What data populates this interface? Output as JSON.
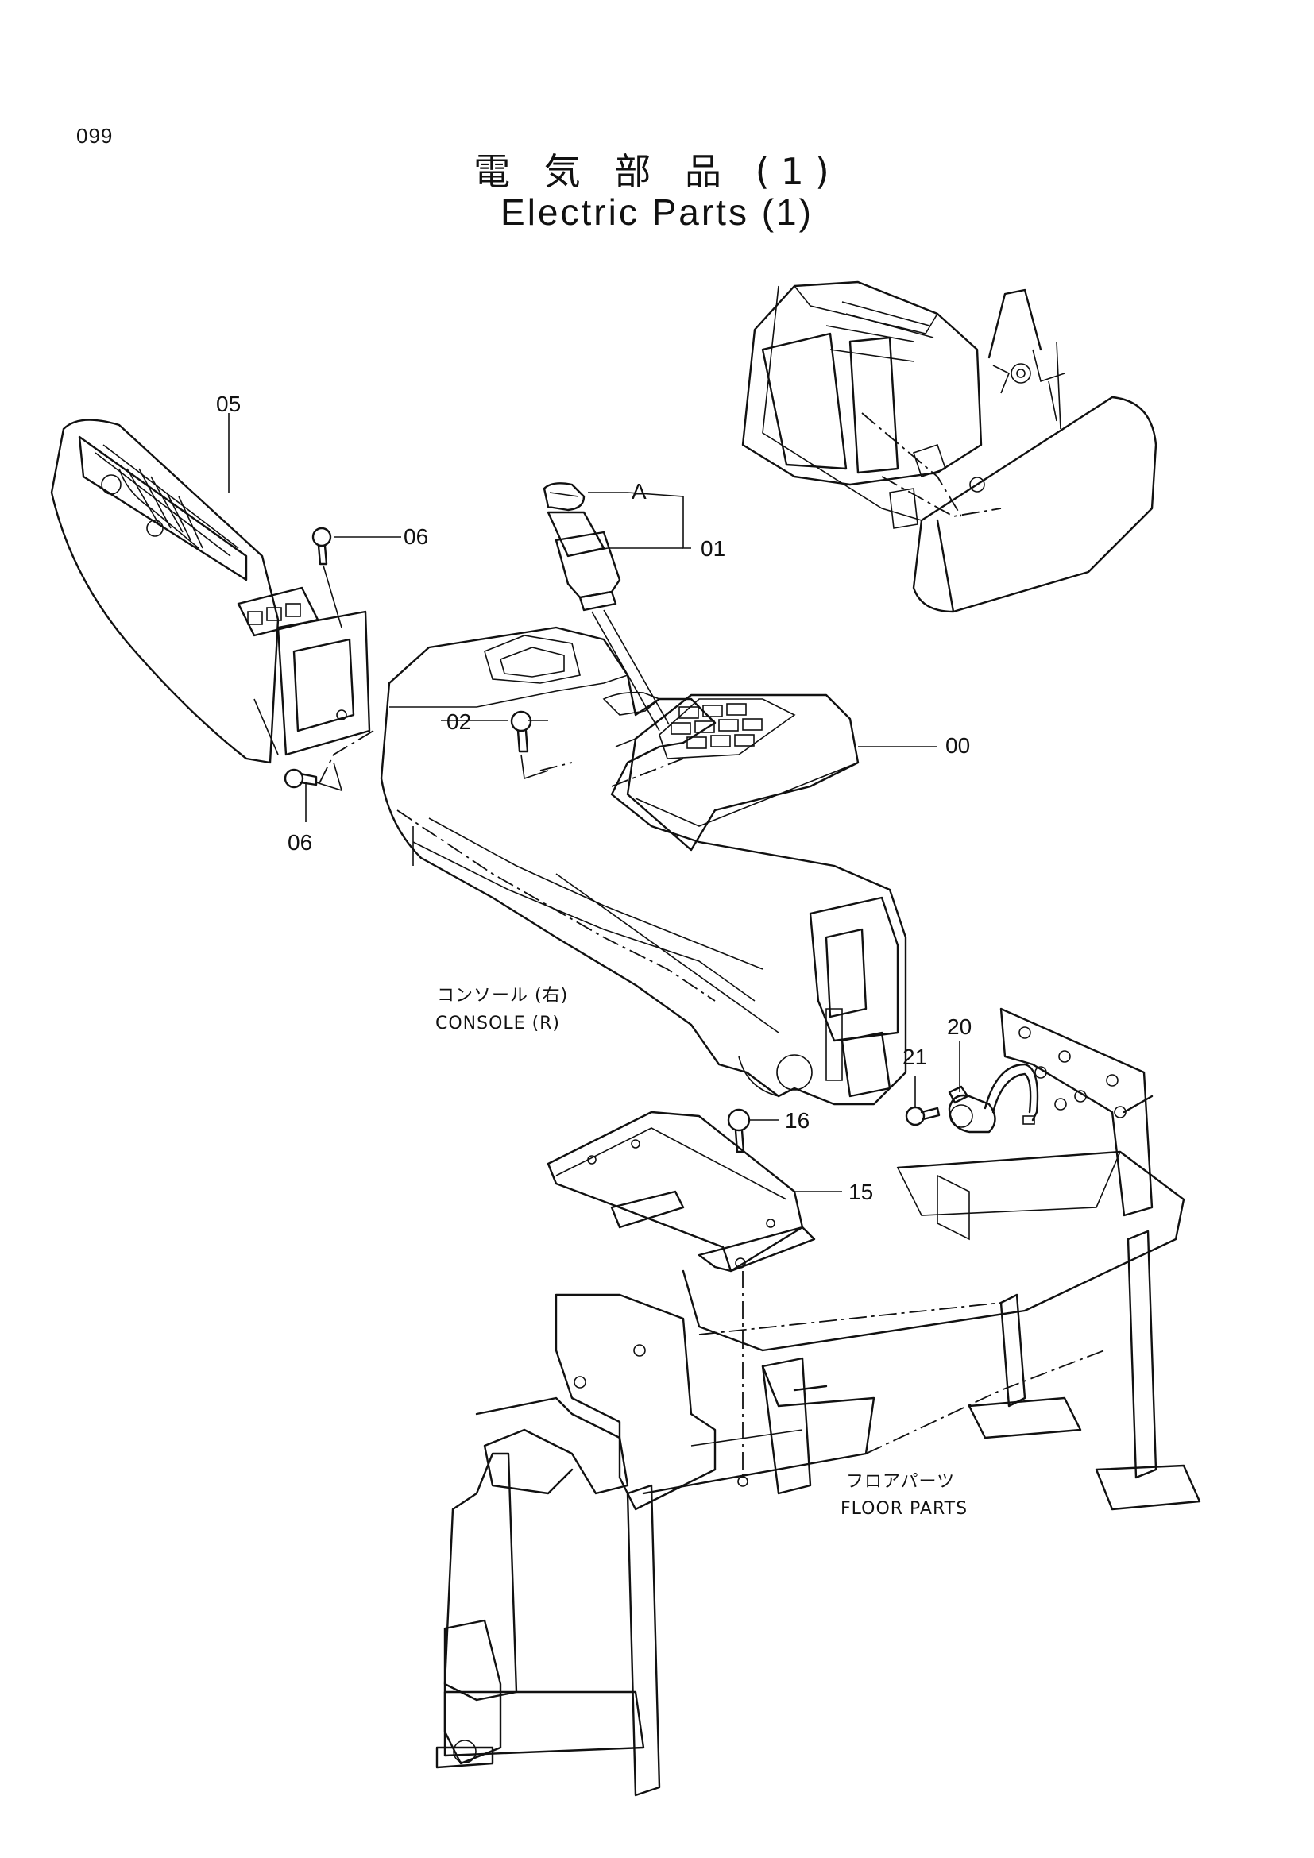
{
  "page": {
    "number": "099"
  },
  "title": {
    "japanese": "電 気 部 品 (1)",
    "english": "Electric Parts (1)"
  },
  "callouts": [
    {
      "id": "05",
      "label": "05"
    },
    {
      "id": "06a",
      "label": "06"
    },
    {
      "id": "06b",
      "label": "06"
    },
    {
      "id": "A",
      "label": "A"
    },
    {
      "id": "01",
      "label": "01"
    },
    {
      "id": "02",
      "label": "02"
    },
    {
      "id": "00",
      "label": "00"
    },
    {
      "id": "20",
      "label": "20"
    },
    {
      "id": "21",
      "label": "21"
    },
    {
      "id": "16",
      "label": "16"
    },
    {
      "id": "15",
      "label": "15"
    }
  ],
  "notes": {
    "console_jp": "コンソール (右)",
    "console_en": "CONSOLE (R)",
    "floor_jp": "フロアパーツ",
    "floor_en": "FLOOR PARTS"
  }
}
